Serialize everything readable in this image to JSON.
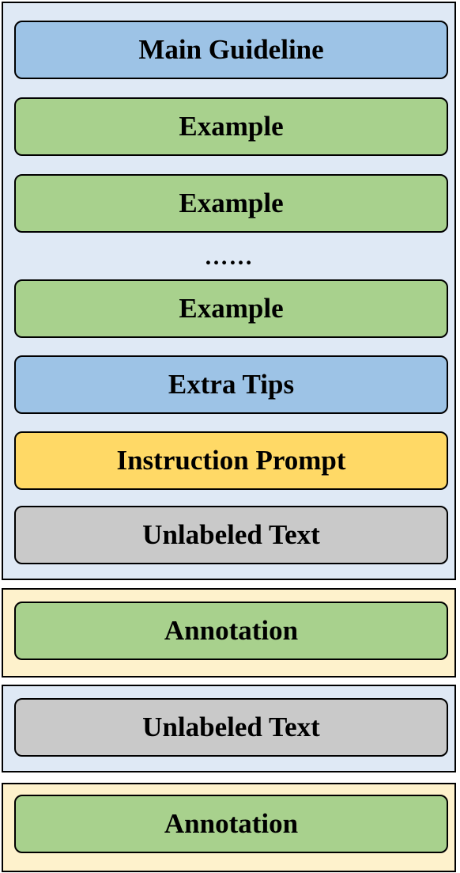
{
  "colors": {
    "outer_blue_bg": "#dfe9f5",
    "outer_yellow_bg": "#fef2cc",
    "box_blue": "#9dc3e6",
    "box_green": "#a8d18d",
    "box_yellow": "#ffd966",
    "box_gray": "#c9c9c9"
  },
  "prompt_panel": {
    "main_guideline": "Main Guideline",
    "example_1": "Example",
    "example_2": "Example",
    "ellipsis": "……",
    "example_n": "Example",
    "extra_tips": "Extra Tips",
    "instruction_prompt": "Instruction Prompt",
    "unlabeled_text": "Unlabeled Text"
  },
  "annotation_panel_1": {
    "annotation": "Annotation"
  },
  "input_panel_2": {
    "unlabeled_text": "Unlabeled Text"
  },
  "annotation_panel_2": {
    "annotation": "Annotation"
  }
}
